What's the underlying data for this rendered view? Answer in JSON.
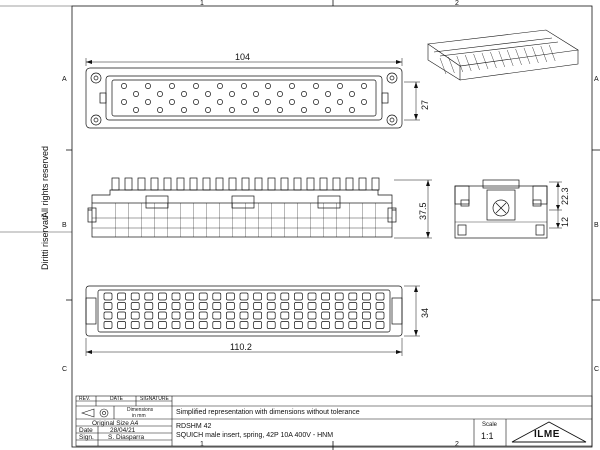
{
  "frame": {
    "columns": [
      "1",
      "2"
    ],
    "rows": [
      "A",
      "B",
      "C"
    ]
  },
  "side_text": {
    "copyright_it": "Diritti riservati",
    "copyright_en": "All rights reserved"
  },
  "dimensions": {
    "top_width": "104",
    "top_height": "27",
    "front_height": "37.5",
    "right_h1": "22.3",
    "right_h2": "12",
    "bottom_width": "110.2",
    "bottom_height": "34"
  },
  "title_block": {
    "revision_headers": [
      "REV.",
      "DATE",
      "SIGNATURE"
    ],
    "dimensions_label": "Dimensions",
    "units_label": "in mm",
    "original_size": "Original Size A4",
    "date_label": "Date",
    "date_value": "28/04/21",
    "sign_label": "Sign.",
    "sign_value": "S. Diasparra",
    "note": "Simplified representation with dimensions without tolerance",
    "product_code": "RDSHM 42",
    "product_description": "SQUICH male insert, spring, 42P 10A 400V - HNM",
    "scale_label": "Scale",
    "scale_value": "1:1",
    "logo_text": "ILME"
  },
  "colors": {
    "line": "#111111",
    "paper": "#ffffff"
  }
}
